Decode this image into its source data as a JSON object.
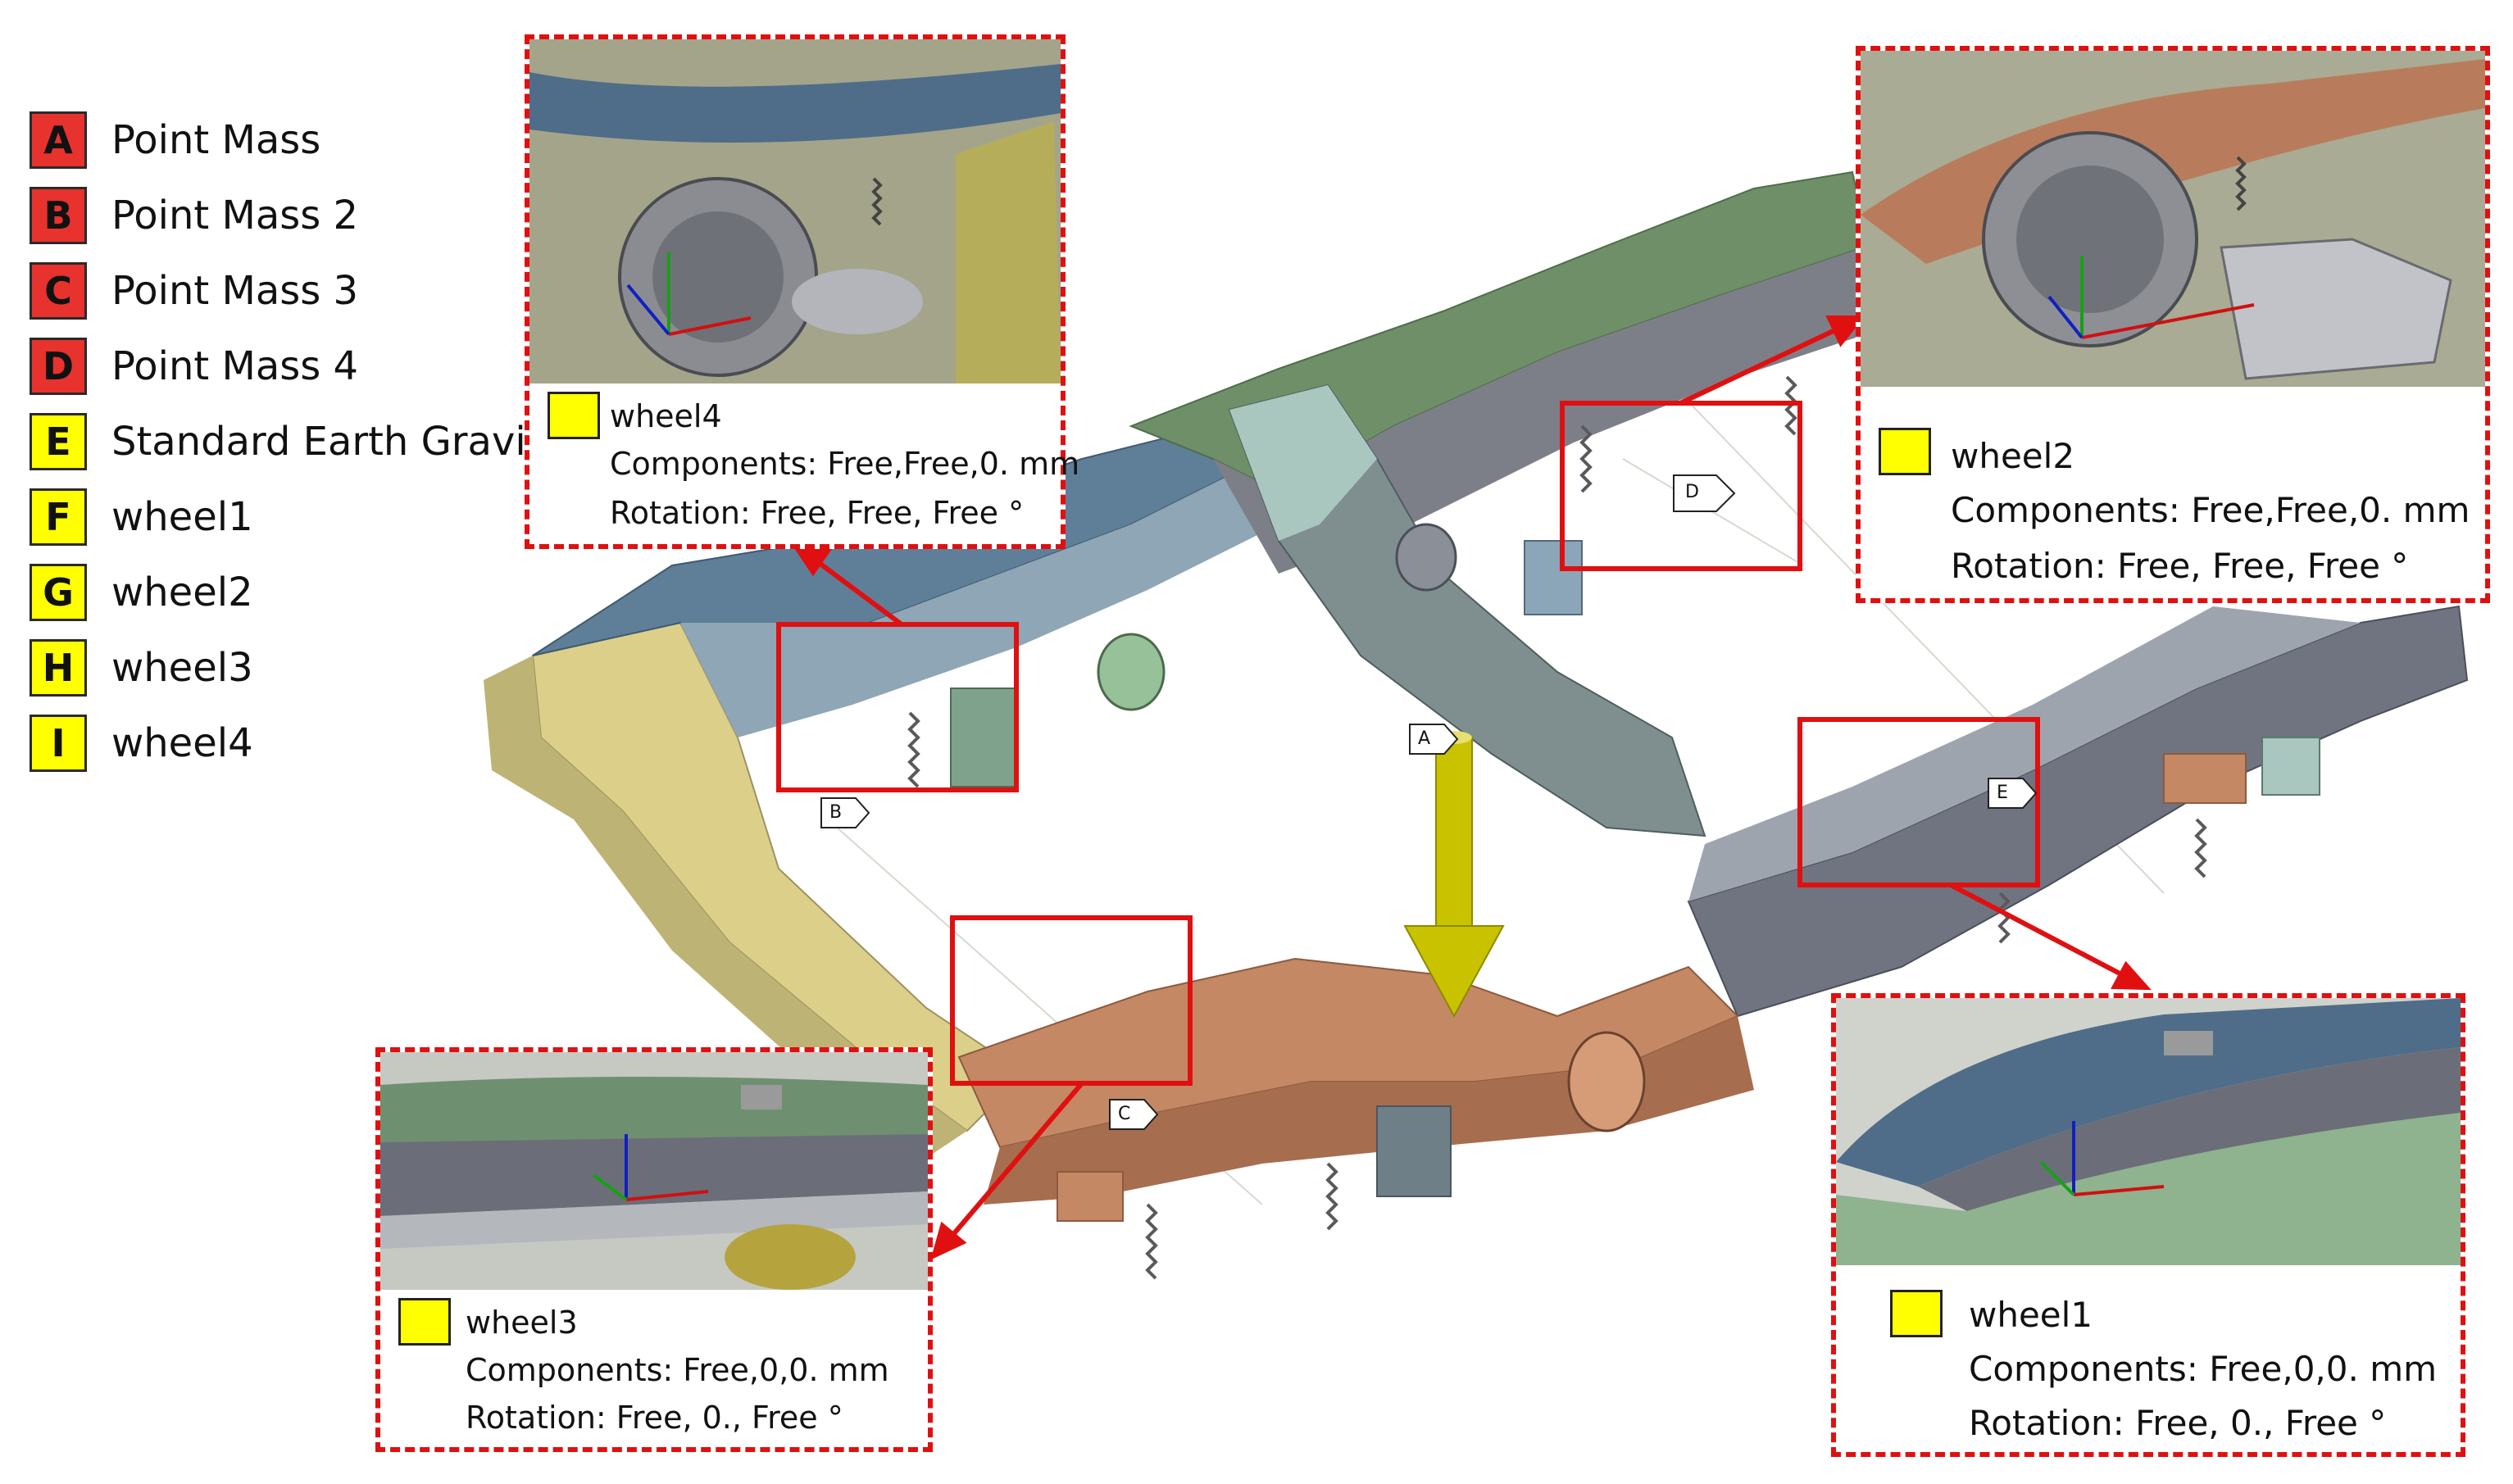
{
  "legend": [
    {
      "key": "A",
      "label": "Point Mass",
      "color": "#e8322d"
    },
    {
      "key": "B",
      "label": "Point Mass 2",
      "color": "#e8322d"
    },
    {
      "key": "C",
      "label": "Point Mass 3",
      "color": "#e8322d"
    },
    {
      "key": "D",
      "label": "Point Mass 4",
      "color": "#e8322d"
    },
    {
      "key": "E",
      "label": "Standard Earth Gravity",
      "color": "#ffff00"
    },
    {
      "key": "F",
      "label": "wheel1",
      "color": "#ffff00"
    },
    {
      "key": "G",
      "label": "wheel2",
      "color": "#ffff00"
    },
    {
      "key": "H",
      "label": "wheel3",
      "color": "#ffff00"
    },
    {
      "key": "I",
      "label": "wheel4",
      "color": "#ffff00"
    }
  ],
  "markers": {
    "a": "A",
    "b": "B",
    "c": "C",
    "d": "D",
    "e": "E"
  },
  "insets": {
    "wheel4": {
      "name": "wheel4",
      "components": "Components: Free,Free,0. mm",
      "rotation": "Rotation: Free, Free, Free °"
    },
    "wheel2": {
      "name": "wheel2",
      "components": "Components: Free,Free,0. mm",
      "rotation": "Rotation: Free, Free, Free °"
    },
    "wheel3": {
      "name": "wheel3",
      "components": "Components: Free,0,0. mm",
      "rotation": "Rotation: Free, 0., Free °"
    },
    "wheel1": {
      "name": "wheel1",
      "components": "Components: Free,0,0. mm",
      "rotation": "Rotation: Free, 0., Free °"
    }
  },
  "colors": {
    "highlight_red": "#e01010",
    "gravity_arrow": "#c8c200",
    "swatch_yellow": "#ffff00"
  }
}
